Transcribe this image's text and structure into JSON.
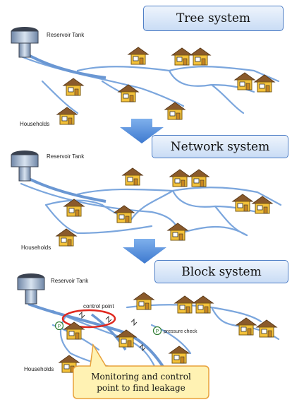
{
  "panels": [
    {
      "id": "tree",
      "title": "Tree system",
      "tank_label": "Reservoir Tank",
      "households_label": "Households"
    },
    {
      "id": "network",
      "title": "Network system",
      "tank_label": "Reservoir Tank",
      "households_label": "Households"
    },
    {
      "id": "block",
      "title": "Block system",
      "tank_label": "Reservoir Tank",
      "households_label": "Households",
      "control_point_label": "control point",
      "pressure_check_label": "pressure check",
      "pressure_symbol": "P"
    }
  ],
  "callout": {
    "line1": "Monitoring and control",
    "line2": "point to find leakage"
  },
  "colors": {
    "pipe": "#7ba6dd",
    "pipe_main": "#6a97d3",
    "title_border": "#4f7fc6",
    "roof": "#8a5a2b",
    "house_wall": "#f4c23a",
    "arrow": "#4a86d8",
    "callout_fill": "#fff2b3",
    "callout_border": "#e8a13a",
    "control_ring": "#e0281f"
  },
  "icons": [
    "reservoir-tank-icon",
    "house-icon",
    "down-arrow-icon",
    "valve-icon",
    "pressure-gauge-icon"
  ]
}
